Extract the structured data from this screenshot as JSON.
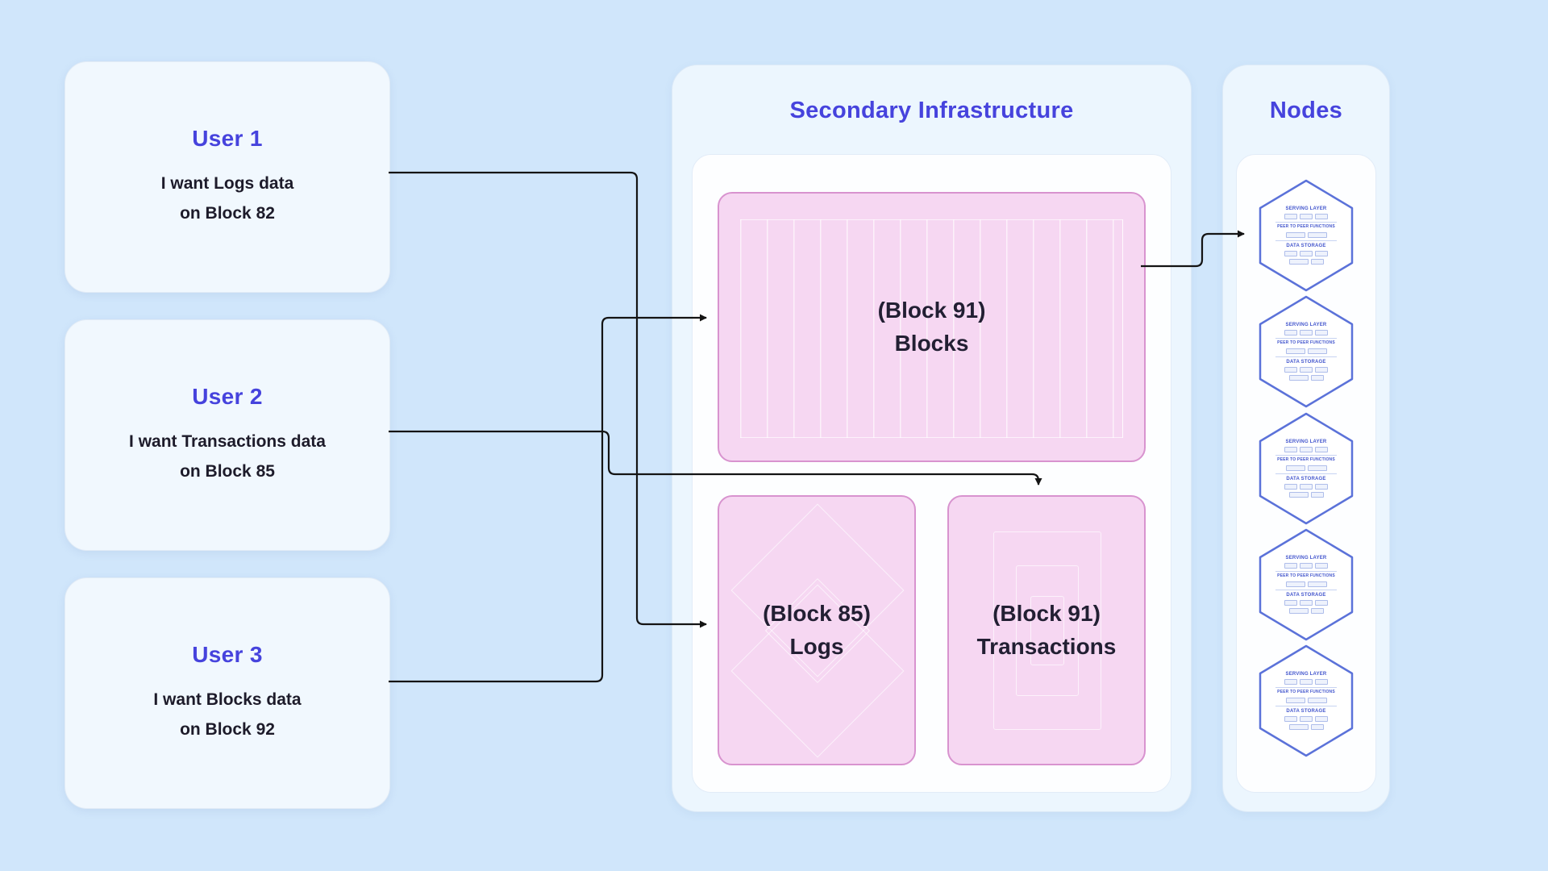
{
  "diagram": {
    "users": [
      {
        "title": "User 1",
        "line1": "I want Logs data",
        "line2": "on Block 82"
      },
      {
        "title": "User 2",
        "line1": "I want Transactions data",
        "line2": "on Block 85"
      },
      {
        "title": "User 3",
        "line1": "I want Blocks data",
        "line2": "on Block 92"
      }
    ],
    "infrastructure": {
      "title": "Secondary Infrastructure",
      "blocks_box": {
        "line1": "(Block 91)",
        "line2": "Blocks"
      },
      "logs_box": {
        "line1": "(Block 85)",
        "line2": "Logs"
      },
      "transactions_box": {
        "line1": "(Block 91)",
        "line2": "Transactions"
      }
    },
    "nodes": {
      "title": "Nodes",
      "count": 5,
      "hex": {
        "serving": "SERVING LAYER",
        "p2p": "PEER TO PEER FUNCTIONS",
        "storage": "DATA STORAGE"
      }
    },
    "connections": [
      {
        "from": "user-1",
        "to": "logs-box"
      },
      {
        "from": "user-2",
        "to": "transactions-box"
      },
      {
        "from": "user-3",
        "to": "blocks-box"
      },
      {
        "from": "blocks-box",
        "to": "node-1"
      }
    ],
    "colors": {
      "page_bg": "#d0e6fb",
      "accent_indigo": "#4643dd",
      "panel_bg": "#ecf6fe",
      "inner_panel_bg": "#fdfeff",
      "pink_fill": "#f6d7f2",
      "pink_border": "#d893cf",
      "hex_border": "#5b72d9",
      "arrow": "#141414",
      "text_dark": "#1d1b2a"
    }
  }
}
